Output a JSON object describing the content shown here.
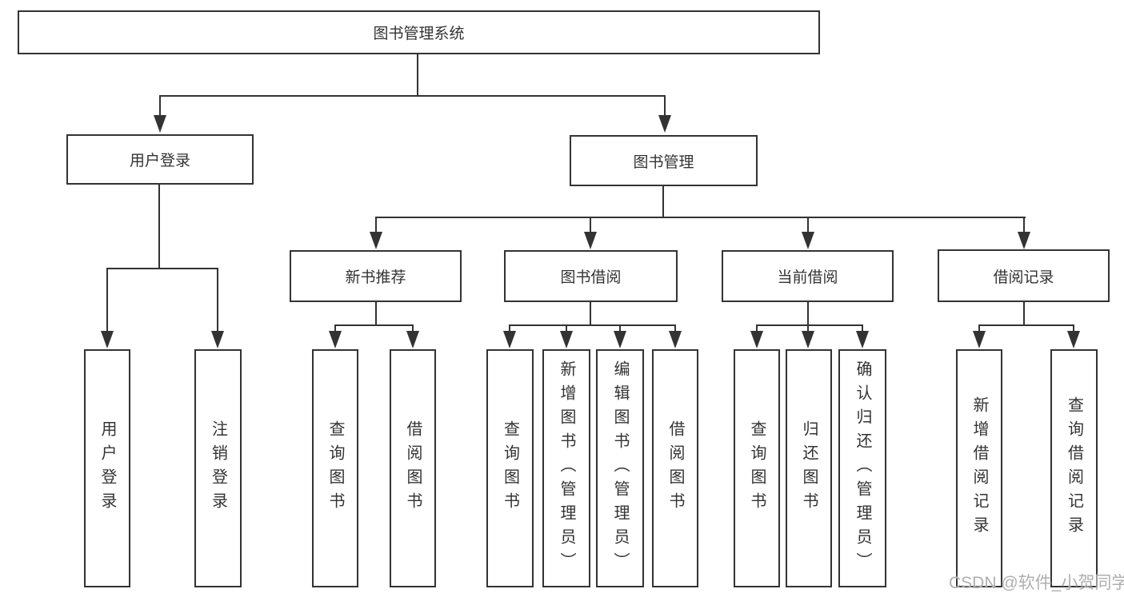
{
  "diagram": {
    "root": {
      "label": "图书管理系统"
    },
    "level2": {
      "user_login": {
        "label": "用户登录"
      },
      "book_management": {
        "label": "图书管理"
      }
    },
    "level3": {
      "new_book_recommend": {
        "label": "新书推荐"
      },
      "book_borrowing": {
        "label": "图书借阅"
      },
      "current_borrowing": {
        "label": "当前借阅"
      },
      "borrowing_records": {
        "label": "借阅记录"
      }
    },
    "leaves": {
      "login": {
        "label": "用户登录"
      },
      "logout": {
        "label": "注销登录"
      },
      "rec_query": {
        "label": "查询图书"
      },
      "rec_borrow": {
        "label": "借阅图书"
      },
      "bor_query": {
        "label": "查询图书"
      },
      "bor_add": {
        "label": "新增图书（管理员）"
      },
      "bor_edit": {
        "label": "编辑图书（管理员）"
      },
      "bor_borrow": {
        "label": "借阅图书"
      },
      "cur_query": {
        "label": "查询图书"
      },
      "cur_return": {
        "label": "归还图书"
      },
      "cur_confirm": {
        "label": "确认归还（管理员）"
      },
      "rcd_add": {
        "label": "新增借阅记录"
      },
      "rcd_query": {
        "label": "查询借阅记录"
      }
    }
  },
  "watermark": {
    "text": "CSDN @软件_小贺同学"
  },
  "colors": {
    "line": "#333333",
    "background": "#ffffff",
    "watermark": "#a8a8a8"
  }
}
